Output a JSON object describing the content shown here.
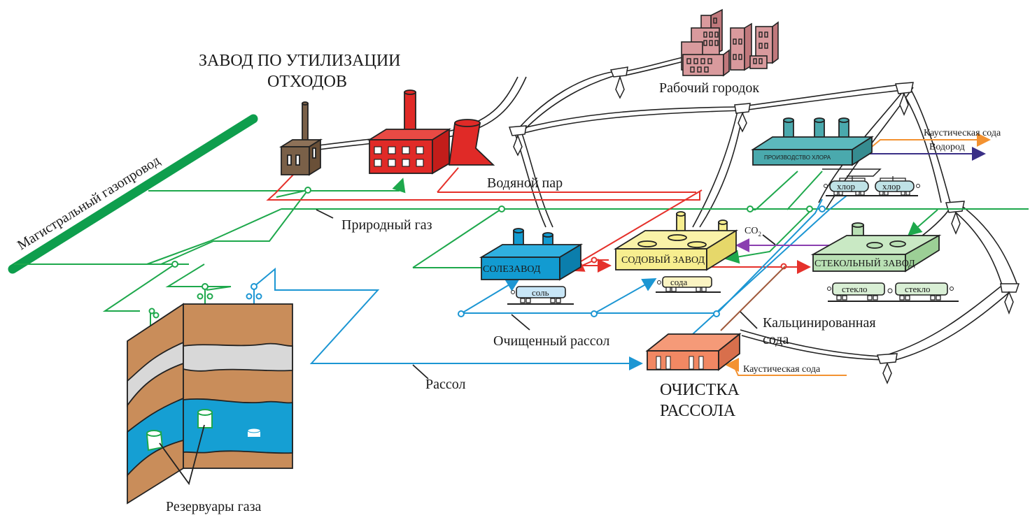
{
  "title": "Схема химико-промышленного комплекса",
  "colors": {
    "gas": "#1ea84c",
    "steam": "#e5312b",
    "brine": "#1c96d3",
    "caustic": "#f39231",
    "hydrogen": "#3a2f86",
    "co2": "#8a3fb0",
    "soda_calcined": "#a05a3c",
    "mainline": "#0e9e4d",
    "salt_plant": "#129bd1",
    "soda_plant": "#f7ee8f",
    "glass_plant": "#b9e0b4",
    "chlorine_plant": "#4aa9ad",
    "purification": "#f28863",
    "waste_plant": "#e02a27",
    "waste_small": "#7a6048",
    "town": "#d99a9d",
    "soil": "#c98d5a",
    "clay": "#d8d8d8",
    "water": "#159fd3"
  },
  "labels": {
    "waste_plant_line1": "ЗАВОД ПО УТИЛИЗАЦИИ",
    "waste_plant_line2": "ОТХОДОВ",
    "town": "Рабочий городок",
    "mainline": "Магистральный газопровод",
    "steam": "Водяной пар",
    "natural_gas": "Природный газ",
    "purified_brine": "Очищенный рассол",
    "brine": "Рассол",
    "calcined_soda_line1": "Кальцинированная",
    "calcined_soda_line2": "сода",
    "purification_line1": "ОЧИСТКА",
    "purification_line2": "РАССОЛА",
    "gas_reservoirs": "Резервуары газа",
    "caustic_out": "Каустическая сода",
    "hydrogen_out": "Водород",
    "caustic_in": "Каустическая сода",
    "co2_main": "CO",
    "co2_sub": "2"
  },
  "plants": {
    "salt": "СОЛЕЗАВОД",
    "soda": "СОДОВЫЙ ЗАВОД",
    "glass": "СТЕКОЛЬНЫЙ ЗАВОД",
    "chlorine": "ПРОИЗВОДСТВО ХЛОРА"
  },
  "wagons": {
    "salt": "соль",
    "soda": "сода",
    "glass_1": "стекло",
    "glass_2": "стекло",
    "chlorine_1": "хлор",
    "chlorine_2": "хлор"
  }
}
